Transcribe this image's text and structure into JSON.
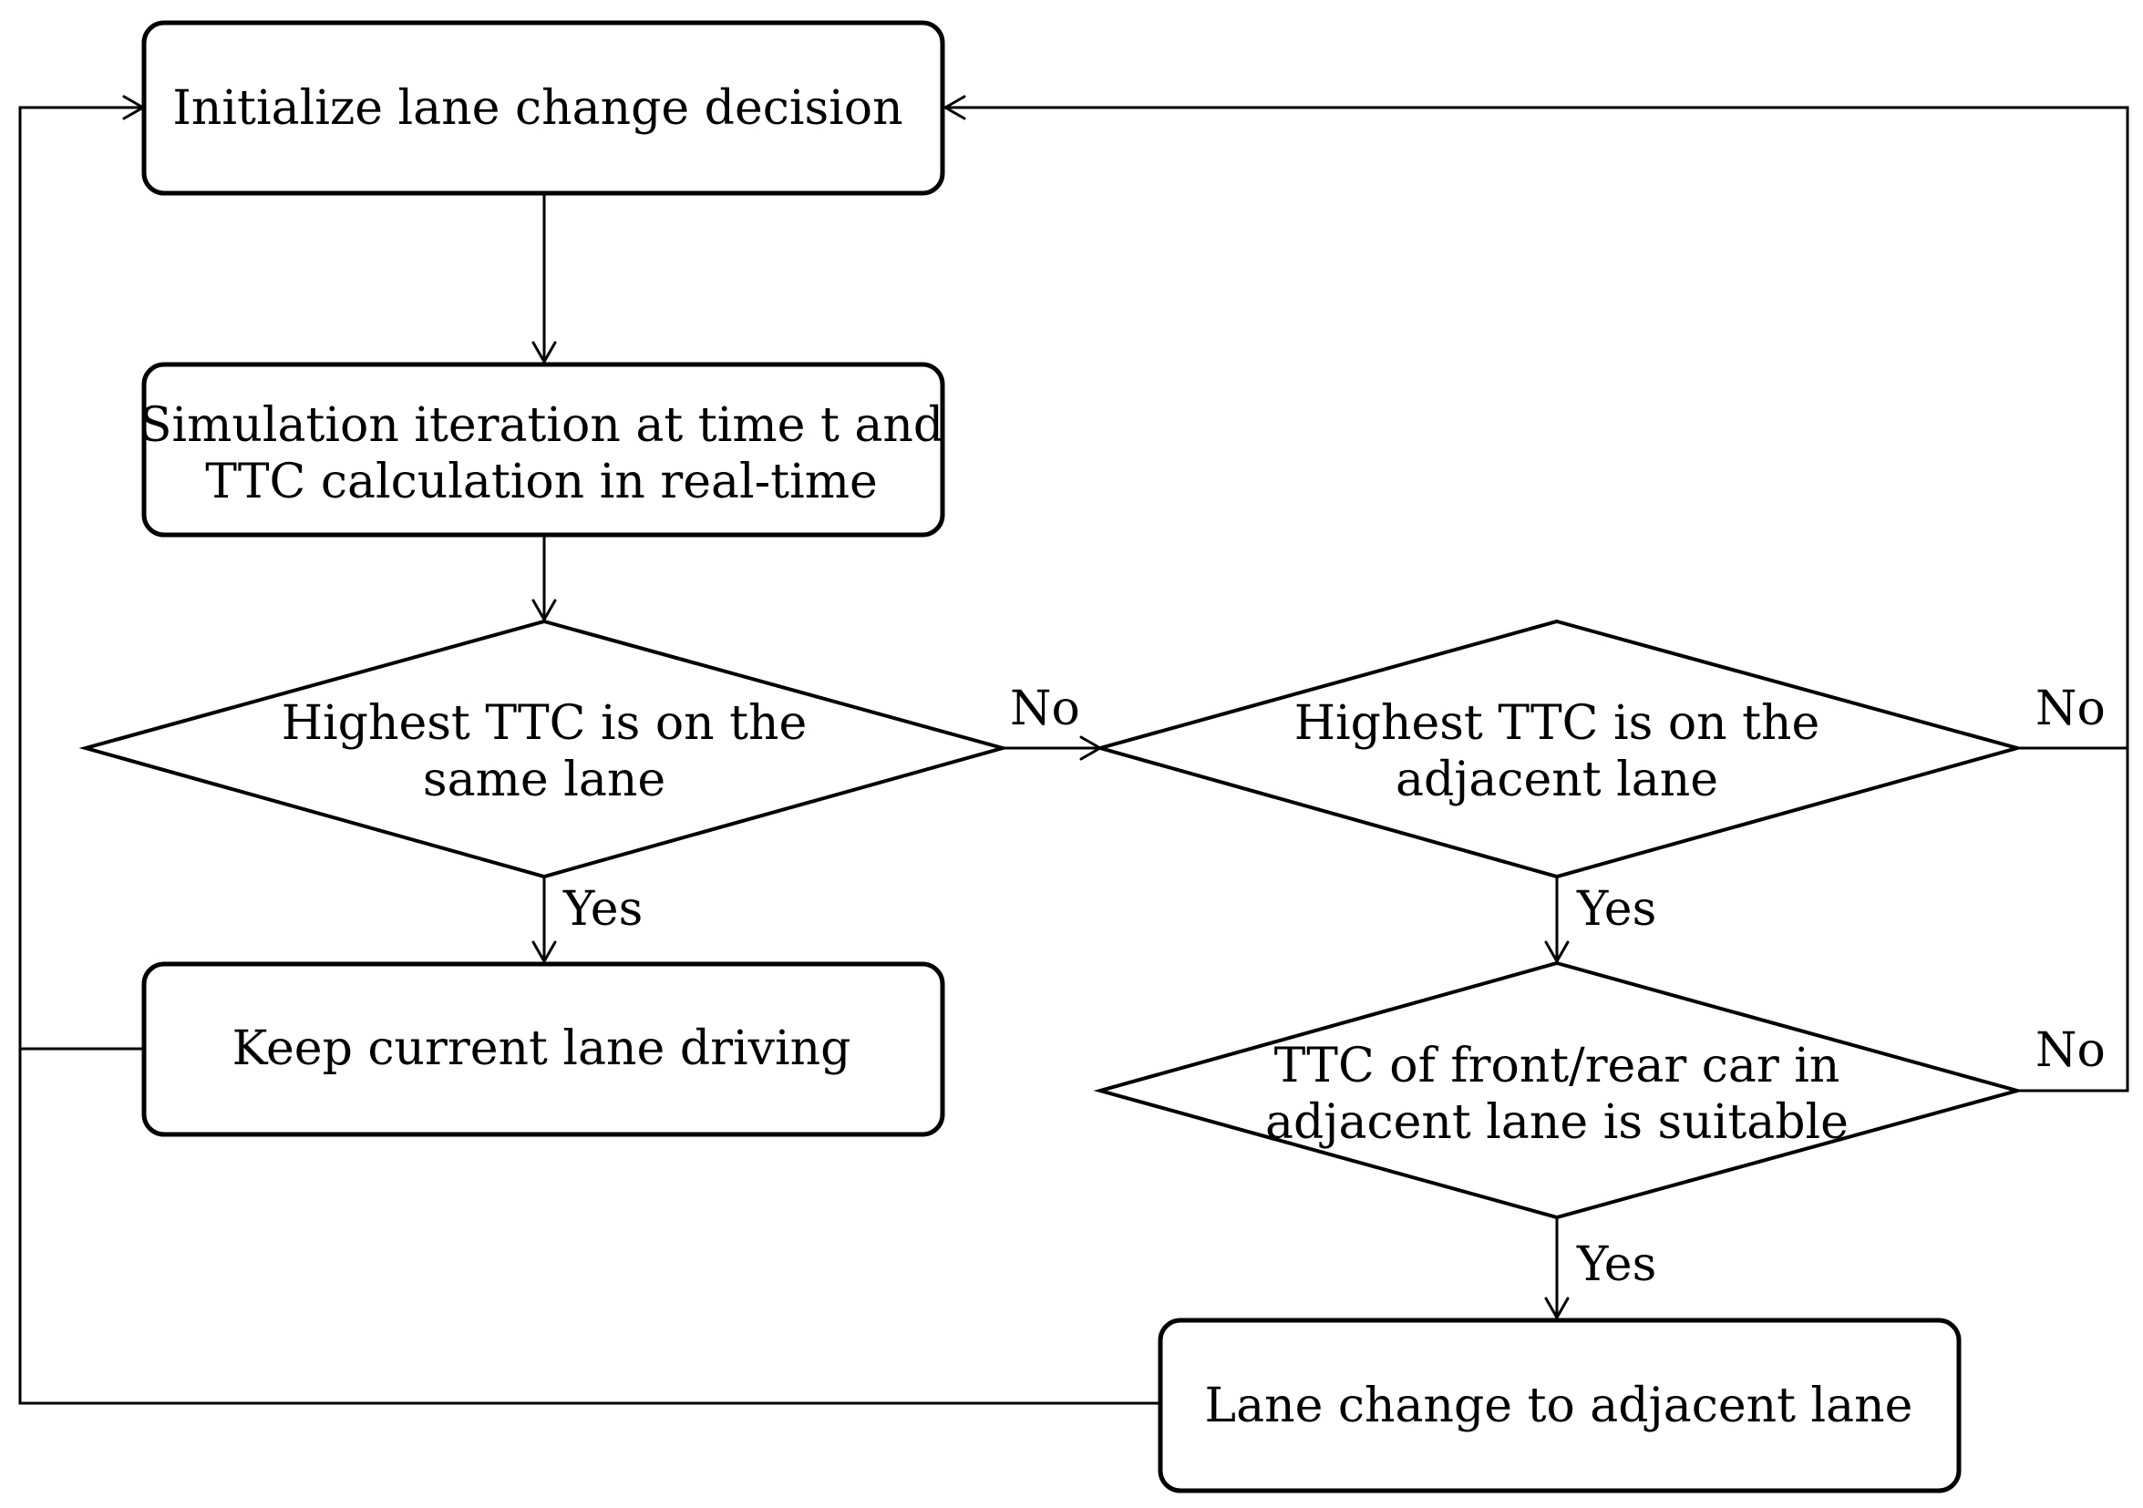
{
  "nodes": {
    "init": {
      "line1": "Initialize lane change decision"
    },
    "simulation": {
      "line1": "Simulation iteration at time t and",
      "line2": "TTC calculation in real-time"
    },
    "same_lane_decision": {
      "line1": "Highest TTC is on the",
      "line2": "same lane"
    },
    "adjacent_lane_decision": {
      "line1": "Highest TTC is on the",
      "line2": "adjacent lane"
    },
    "keep_lane": {
      "line1": "Keep current lane driving"
    },
    "ttc_suitable_decision": {
      "line1": "TTC of front/rear car in",
      "line2": "adjacent lane is suitable"
    },
    "lane_change": {
      "line1": "Lane change to adjacent lane"
    }
  },
  "edge_labels": {
    "same_no": "No",
    "same_yes": "Yes",
    "adjacent_no": "No",
    "adjacent_yes": "Yes",
    "suitable_no": "No",
    "suitable_yes": "Yes"
  }
}
